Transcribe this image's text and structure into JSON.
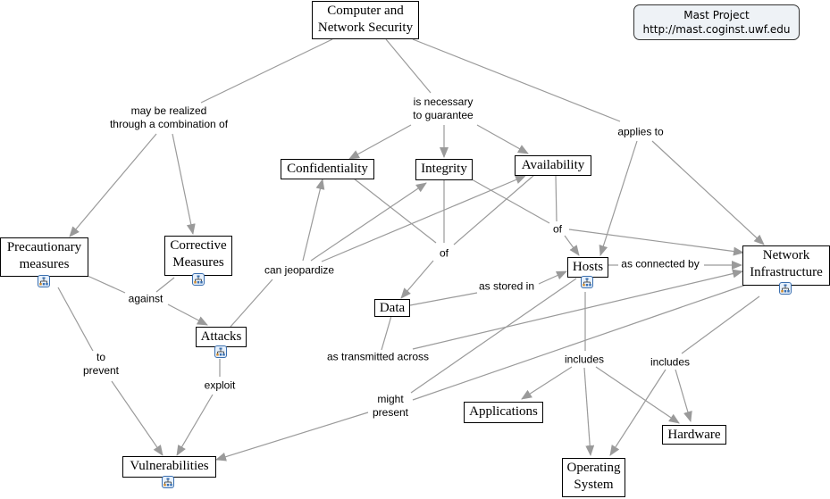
{
  "info_box": {
    "line1": "Mast Project",
    "line2": "http://mast.coginst.uwf.edu"
  },
  "concepts": {
    "cns": [
      "Computer and",
      "Network Security"
    ],
    "precautionary": [
      "Precautionary",
      "measures"
    ],
    "corrective": [
      "Corrective",
      "Measures"
    ],
    "confidentiality": "Confidentiality",
    "integrity": "Integrity",
    "availability": "Availability",
    "hosts": "Hosts",
    "network": [
      "Network",
      "Infrastructure"
    ],
    "data": "Data",
    "attacks": "Attacks",
    "vulnerabilities": "Vulnerabilities",
    "applications": "Applications",
    "hardware": "Hardware",
    "os": [
      "Operating",
      "System"
    ]
  },
  "linking_phrases": {
    "realized": [
      "may be realized",
      "through a combination of"
    ],
    "necessary": [
      "is necessary",
      "to guarantee"
    ],
    "applies": "applies to",
    "against": "against",
    "prevent": [
      "to",
      "prevent"
    ],
    "jeopardize": "can jeopardize",
    "of1": "of",
    "of2": "of",
    "stored": "as stored in",
    "connected": "as connected by",
    "transmitted": "as transmitted across",
    "exploit": "exploit",
    "might": [
      "might",
      "present"
    ],
    "includes1": "includes",
    "includes2": "includes"
  },
  "submap_icon": "concept-map-link-icon",
  "colors": {
    "edge": "#9a9a9a",
    "node_border": "#000000",
    "icon_border": "#3a6fb0"
  }
}
